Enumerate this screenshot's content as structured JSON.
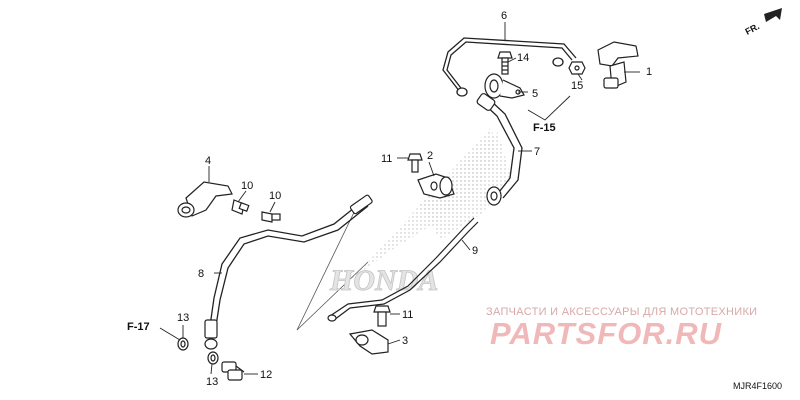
{
  "diagram": {
    "parts": [
      {
        "id": "part-1",
        "number": "1"
      },
      {
        "id": "part-2",
        "number": "2"
      },
      {
        "id": "part-3",
        "number": "3"
      },
      {
        "id": "part-4",
        "number": "4"
      },
      {
        "id": "part-5",
        "number": "5"
      },
      {
        "id": "part-6",
        "number": "6"
      },
      {
        "id": "part-7",
        "number": "7"
      },
      {
        "id": "part-8",
        "number": "8"
      },
      {
        "id": "part-9",
        "number": "9"
      },
      {
        "id": "part-10a",
        "number": "10"
      },
      {
        "id": "part-10b",
        "number": "10"
      },
      {
        "id": "part-11a",
        "number": "11"
      },
      {
        "id": "part-11b",
        "number": "11"
      },
      {
        "id": "part-12",
        "number": "12"
      },
      {
        "id": "part-13a",
        "number": "13"
      },
      {
        "id": "part-13b",
        "number": "13"
      },
      {
        "id": "part-14",
        "number": "14"
      },
      {
        "id": "part-15",
        "number": "15"
      }
    ],
    "references": {
      "f15": "F-15",
      "f17": "F-17"
    },
    "direction_label": "FR.",
    "diagram_code": "MJR4F1600",
    "watermark": {
      "caption": "ЗАПЧАСТИ И АКСЕССУАРЫ ДЛЯ МОТОТЕХНИКИ",
      "logo": "PARTSFOR.RU",
      "brand": "HONDA"
    }
  }
}
